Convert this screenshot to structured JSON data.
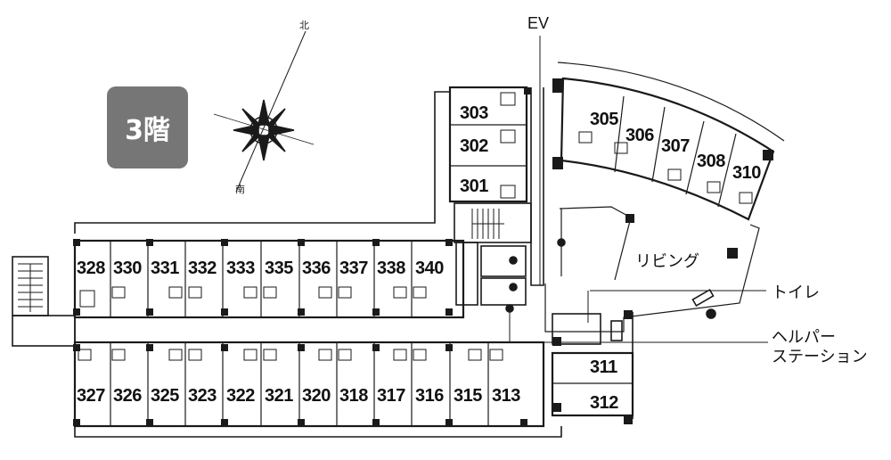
{
  "floor_label": "3階",
  "compass": {
    "north": "北",
    "south": "南"
  },
  "labels": {
    "ev": "EV",
    "living": "リビング",
    "toilet": "トイレ",
    "helper_line1": "ヘルパー",
    "helper_line2": "ステーション"
  },
  "rooms": {
    "r303": "303",
    "r302": "302",
    "r301": "301",
    "r305": "305",
    "r306": "306",
    "r307": "307",
    "r308": "308",
    "r310": "310",
    "r328": "328",
    "r330": "330",
    "r331": "331",
    "r332": "332",
    "r333": "333",
    "r335": "335",
    "r336": "336",
    "r337": "337",
    "r338": "338",
    "r340": "340",
    "r327": "327",
    "r326": "326",
    "r325": "325",
    "r323": "323",
    "r322": "322",
    "r321": "321",
    "r320": "320",
    "r318": "318",
    "r317": "317",
    "r316": "316",
    "r315": "315",
    "r313": "313",
    "r311": "311",
    "r312": "312"
  },
  "colors": {
    "badge": "#767676",
    "wall": "#1a1a1a"
  }
}
